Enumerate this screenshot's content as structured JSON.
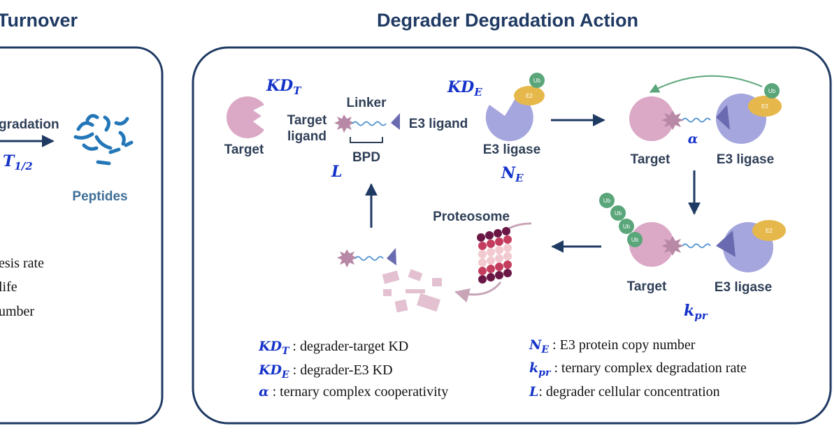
{
  "titles": {
    "left": "Turnover",
    "right": "Degrader Degradation Action"
  },
  "left_panel": {
    "degradation_label": "gradation",
    "half_life_symbol": "T",
    "half_life_sub": "1/2",
    "peptides_label": "Peptides",
    "legend": [
      "esis rate",
      "life",
      "umber"
    ]
  },
  "right_panel": {
    "target": "Target",
    "target_ligand_line1": "Target",
    "target_ligand_line2": "ligand",
    "linker": "Linker",
    "bpd": "BPD",
    "e3_ligand": "E3 ligand",
    "e3_ligase": "E3 ligase",
    "proteosome": "Proteosome",
    "ub": "Ub",
    "e2": "E2",
    "symbols": {
      "kd_t": "KD",
      "kd_t_sub": "T",
      "kd_e": "KD",
      "kd_e_sub": "E",
      "l": "L",
      "n_e": "N",
      "n_e_sub": "E",
      "alpha": "α",
      "k_pr": "k",
      "k_pr_sub": "pr"
    },
    "definitions": [
      {
        "symbol": "KD",
        "sub": "T",
        "text": " : degrader-target KD"
      },
      {
        "symbol": "KD",
        "sub": "E",
        "text": " : degrader-E3 KD"
      },
      {
        "symbol": "α",
        "sub": "",
        "text": " : ternary complex cooperativity"
      },
      {
        "symbol": "N",
        "sub": "E",
        "text": " : E3 protein copy number"
      },
      {
        "symbol": "k",
        "sub": "pr",
        "text": " : ternary complex degradation rate"
      },
      {
        "symbol": "L",
        "sub": "",
        "text": ": degrader cellular concentration"
      }
    ]
  },
  "colors": {
    "navy": "#1f3a63",
    "symbol_blue": "#1533c9",
    "target_pink": "#dba8c6",
    "ligase_purple": "#a4a6dd",
    "ub_green": "#5aa67a",
    "e2_gold": "#e6b84b",
    "peptide_blue": "#2377b8",
    "proteasome_purple": "#6b1746"
  }
}
